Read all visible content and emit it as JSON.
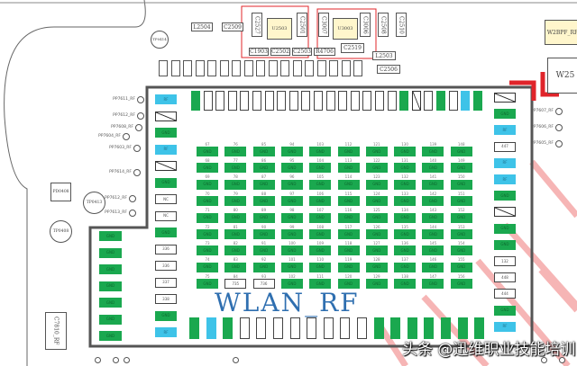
{
  "title": "WLAN_RF",
  "watermark": "头条 @迅维职业技能培训",
  "colors": {
    "gnd_pad": "#1aa84f",
    "signal_pad": "#3ec3e8",
    "outline": "#444444",
    "highlight": "#e0242a",
    "watermark_stripes": "#f6b5b5"
  },
  "top_components": [
    {
      "ref": "L2504",
      "v": false
    },
    {
      "ref": "C2509",
      "v": false
    },
    {
      "ref": "C2527",
      "v": true
    },
    {
      "ref": "C2501",
      "v": true
    },
    {
      "ref": "C3007",
      "v": true
    },
    {
      "ref": "C3006",
      "v": true
    },
    {
      "ref": "C2508",
      "v": true
    },
    {
      "ref": "C2510",
      "v": true
    },
    {
      "ref": "C1903",
      "v": false
    },
    {
      "ref": "C2502",
      "v": false
    },
    {
      "ref": "C2503",
      "v": false
    },
    {
      "ref": "R4706",
      "v": false
    },
    {
      "ref": "C2519",
      "v": false
    },
    {
      "ref": "L2503",
      "v": false
    },
    {
      "ref": "C2506",
      "v": false
    }
  ],
  "chips": [
    {
      "ref": "U2503"
    },
    {
      "ref": "U3003"
    }
  ],
  "right_parts": [
    "W2BPF_RF",
    "W25"
  ],
  "test_points": [
    {
      "ref": "TP0414"
    },
    {
      "ref": "TP0413"
    },
    {
      "ref": "TP0408"
    },
    {
      "ref": "PD0408"
    },
    {
      "ref": "C7810_RF"
    }
  ],
  "pp_labels": [
    "PP7611_RF",
    "PP7612_RF",
    "PP7608_RF",
    "PP7604_RF",
    "PP7603_RF",
    "PP7614_RF",
    "PP7612_RF",
    "PP7613_RF",
    "PP7607_RF",
    "PP7606_RF",
    "PP7605_RF"
  ],
  "grid": {
    "pins": [
      [
        67,
        76,
        85,
        94,
        103,
        112,
        121,
        130,
        139,
        148
      ],
      [
        68,
        77,
        86,
        95,
        104,
        113,
        122,
        131,
        140,
        149
      ],
      [
        69,
        78,
        87,
        96,
        105,
        114,
        123,
        132,
        141,
        150
      ],
      [
        70,
        79,
        88,
        97,
        106,
        115,
        124,
        133,
        142,
        151
      ],
      [
        71,
        80,
        89,
        98,
        107,
        116,
        125,
        134,
        143,
        152
      ],
      [
        72,
        81,
        90,
        99,
        108,
        117,
        126,
        135,
        144,
        153
      ],
      [
        73,
        82,
        91,
        100,
        109,
        118,
        127,
        136,
        145,
        154
      ],
      [
        74,
        83,
        92,
        101,
        110,
        119,
        128,
        137,
        146,
        155
      ],
      [
        75,
        84,
        93,
        102,
        111,
        120,
        129,
        138,
        147,
        156
      ]
    ],
    "white_cells": [
      [
        8,
        1,
        "735"
      ],
      [
        8,
        2,
        "736"
      ]
    ],
    "pad_label": "GND"
  },
  "pads": {
    "top": [
      "g",
      "w",
      "w",
      "w",
      "w",
      "w",
      "w",
      "w",
      "w",
      "w",
      "w",
      "w",
      "w",
      "w",
      "w",
      "w",
      "w",
      "g",
      "d",
      "w",
      "g",
      "w",
      "b",
      "g"
    ],
    "left_inner": [
      [
        "b",
        "RF"
      ],
      [
        "d",
        ""
      ],
      [
        "g",
        "GND"
      ],
      [
        "b",
        "RF"
      ],
      [
        "d",
        ""
      ],
      [
        "g",
        "GND"
      ],
      [
        "w",
        "NC"
      ],
      [
        "w",
        "NC"
      ],
      [
        "g",
        "GND"
      ],
      [
        "w",
        "336"
      ],
      [
        "w",
        "336"
      ],
      [
        "w",
        "337"
      ],
      [
        "w",
        "338"
      ],
      [
        "g",
        "GND"
      ],
      [
        "b",
        "RF"
      ]
    ],
    "left_outer": [
      [
        "g",
        "GND"
      ],
      [
        "g",
        "GND"
      ],
      [
        "g",
        "GND"
      ],
      [
        "g",
        "GND"
      ],
      [
        "g",
        "GND"
      ],
      [
        "g",
        "GND"
      ],
      [
        "g",
        "GND"
      ]
    ],
    "right": [
      [
        "d",
        ""
      ],
      [
        "g",
        "GND"
      ],
      [
        "b",
        "RF"
      ],
      [
        "w",
        "447"
      ],
      [
        "b",
        "RF"
      ],
      [
        "b",
        "RF"
      ],
      [
        "g",
        "GND"
      ],
      [
        "d",
        ""
      ],
      [
        "g",
        "GND"
      ],
      [
        "g",
        "GND"
      ],
      [
        "w",
        "132"
      ],
      [
        "w",
        "448"
      ],
      [
        "w",
        "444"
      ],
      [
        "g",
        "GND"
      ],
      [
        "b",
        "RF"
      ]
    ],
    "bottom": [
      "g",
      "b",
      "g",
      "w",
      "w",
      "w",
      "w",
      "w",
      "w",
      "w",
      "w",
      "g",
      "g",
      "g",
      "g",
      "g",
      "g",
      "g"
    ]
  }
}
